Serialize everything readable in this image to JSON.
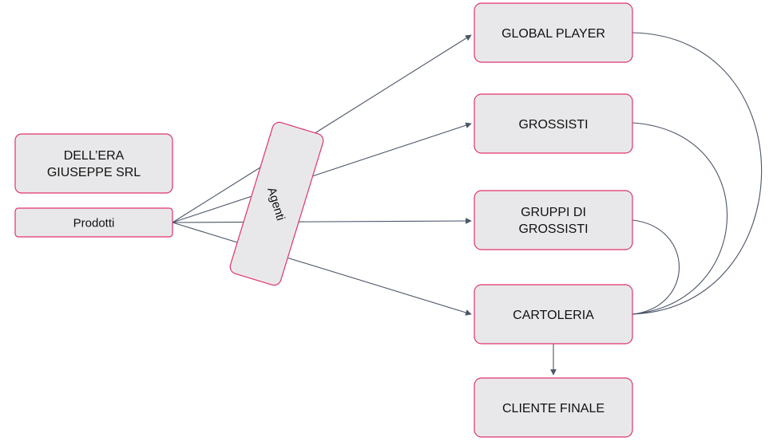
{
  "nodes": {
    "company_line1": "DELL’ERA",
    "company_line2": "GIUSEPPE SRL",
    "products": "Prodotti",
    "agents": "Agenti",
    "global_player": "GLOBAL PLAYER",
    "wholesalers": "GROSSISTI",
    "wholesaler_groups_line1": "GRUPPI DI",
    "wholesaler_groups_line2": "GROSSISTI",
    "stationery": "CARTOLERIA",
    "end_customer": "CLIENTE FINALE"
  },
  "colors": {
    "box_fill": "#e8e8ea",
    "box_border": "#e0336e",
    "connector": "#4a5568",
    "text": "#111111"
  }
}
